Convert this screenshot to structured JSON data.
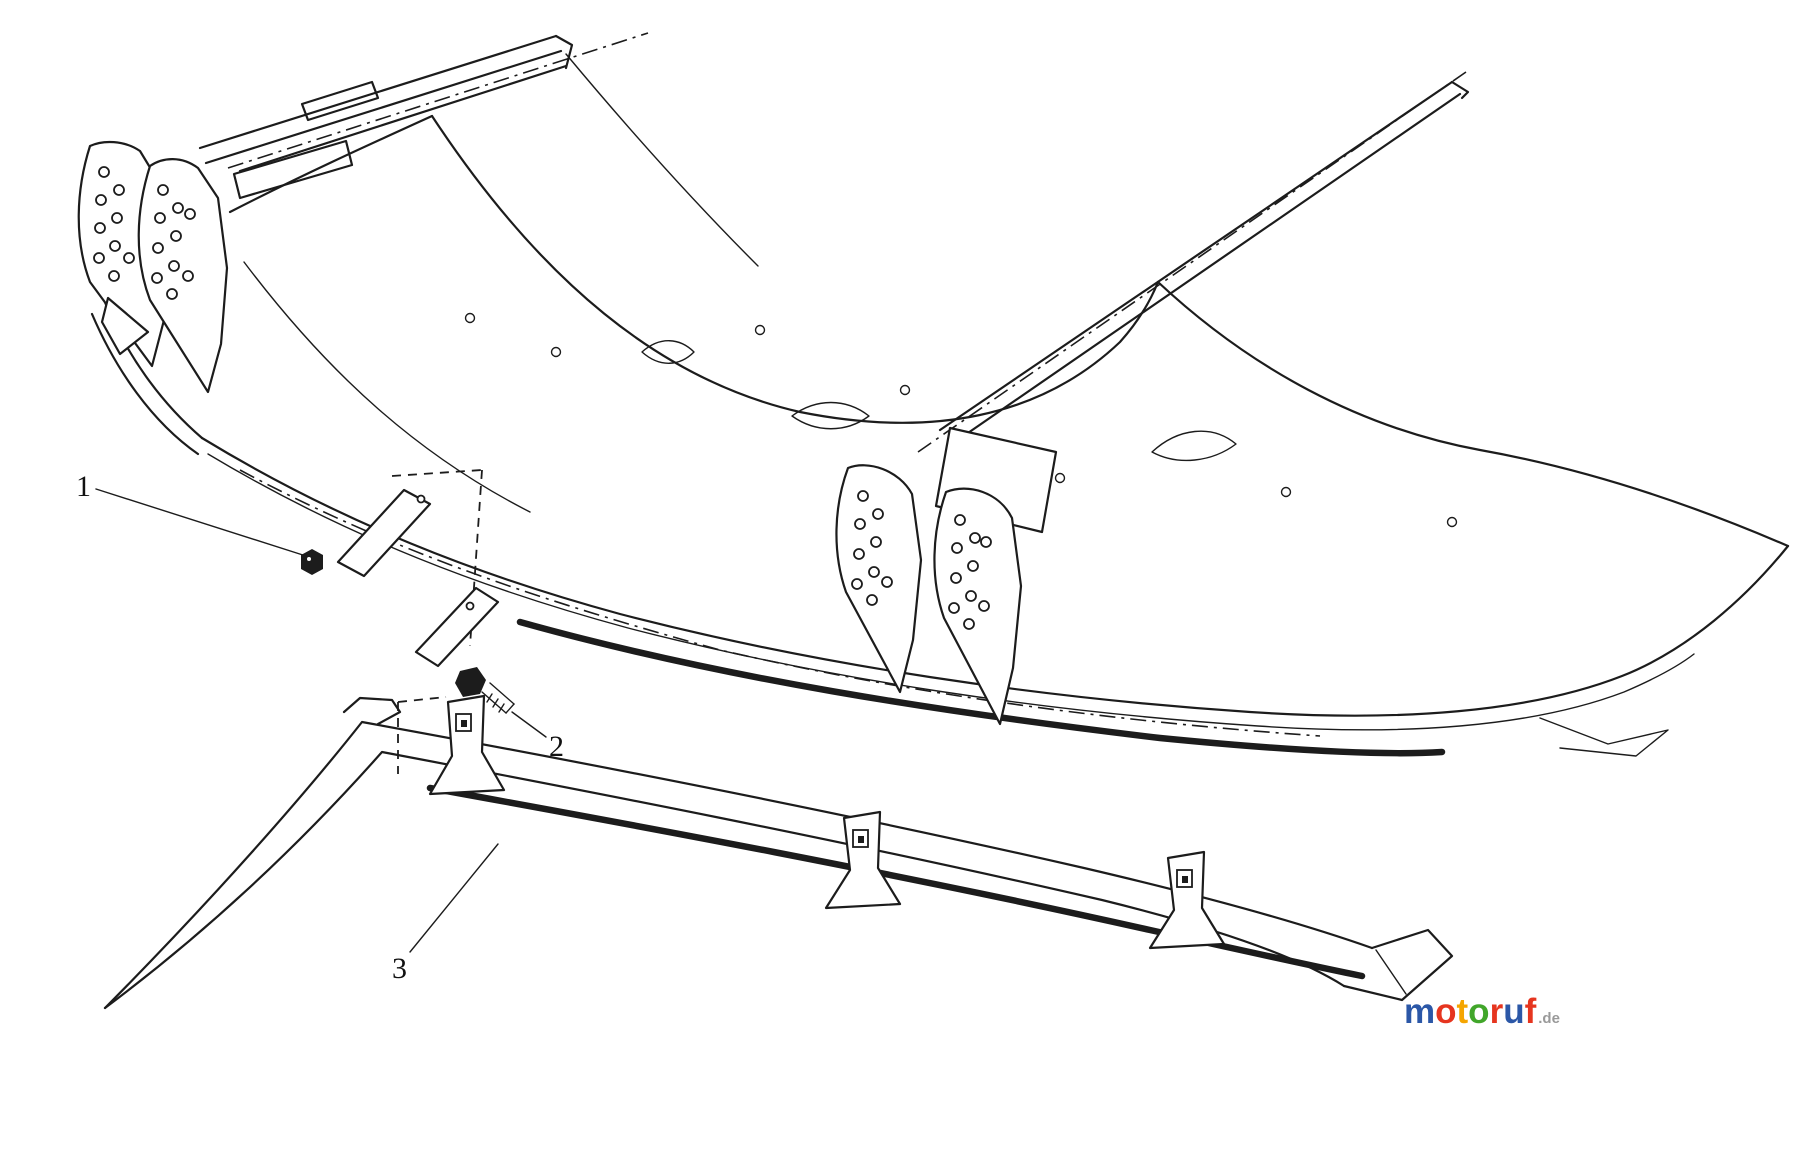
{
  "page": {
    "background": "#ffffff",
    "line_color": "#1c1c1c"
  },
  "diagram": {
    "kind": "mower-deck-exploded-parts-diagram",
    "callouts": [
      {
        "label": "1"
      },
      {
        "label": "2"
      },
      {
        "label": "3"
      }
    ]
  },
  "logo": {
    "letters": [
      {
        "char": "m",
        "color": "#2b57a7"
      },
      {
        "char": "o",
        "color": "#e6351f"
      },
      {
        "char": "t",
        "color": "#f5a500"
      },
      {
        "char": "o",
        "color": "#41a62a"
      },
      {
        "char": "r",
        "color": "#e6351f"
      },
      {
        "char": "u",
        "color": "#2b57a7"
      },
      {
        "char": "f",
        "color": "#e6351f"
      }
    ],
    "suffix": ".de",
    "suffix_color": "#9a9a9a"
  }
}
